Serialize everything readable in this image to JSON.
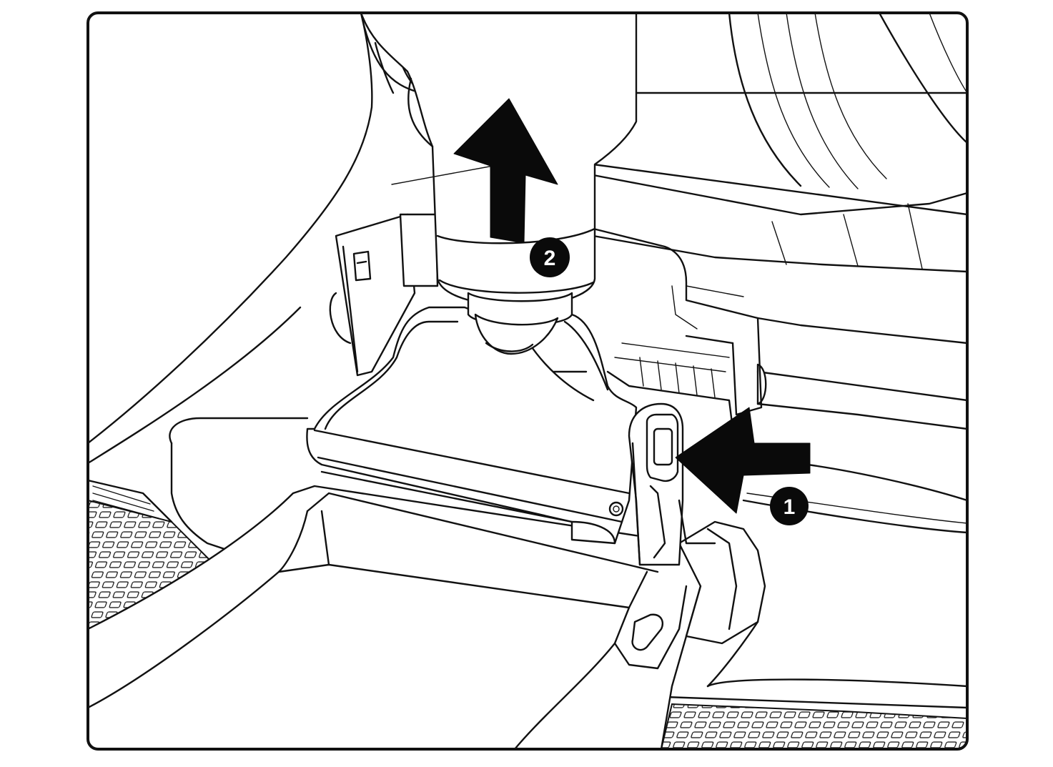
{
  "figure": {
    "step_markers": [
      {
        "id": "step-1",
        "label": "1"
      },
      {
        "id": "step-2",
        "label": "2"
      }
    ],
    "icons": {
      "press_arrow": "left-arrow-icon",
      "lift_arrow": "up-arrow-icon"
    },
    "colors": {
      "ink": "#111111",
      "paper": "#ffffff"
    }
  }
}
